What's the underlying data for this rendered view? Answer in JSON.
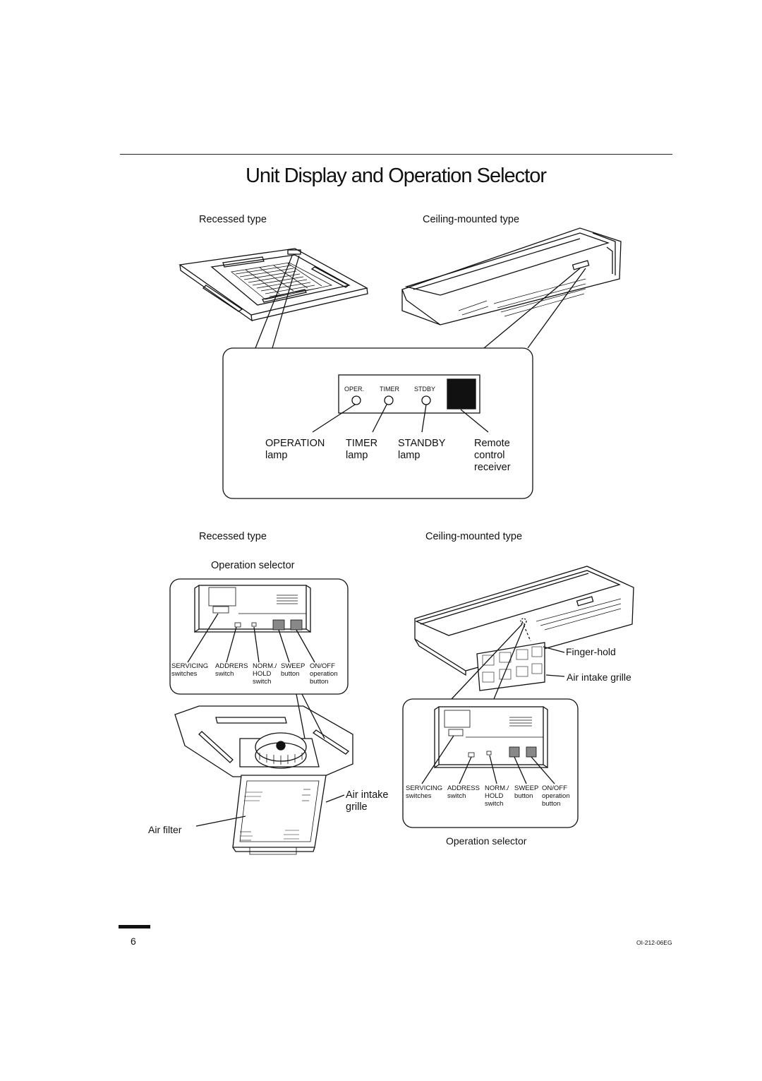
{
  "page": {
    "title": "Unit Display and Operation Selector",
    "page_number": "6",
    "doc_code": "OI-212-06EG"
  },
  "display_section": {
    "recessed_label": "Recessed type",
    "ceiling_label": "Ceiling-mounted type",
    "panel_labels": [
      "OPER.",
      "TIMER",
      "STDBY"
    ],
    "callouts": {
      "operation": [
        "OPERATION",
        "lamp"
      ],
      "timer": [
        "TIMER",
        "lamp"
      ],
      "standby": [
        "STANDBY",
        "lamp"
      ],
      "remote": [
        "Remote",
        "control",
        "receiver"
      ]
    }
  },
  "selector_section": {
    "recessed_label": "Recessed type",
    "ceiling_label": "Ceiling-mounted type",
    "operation_selector_label": "Operation selector",
    "left_box": {
      "labels": [
        [
          "SERVICING",
          "switches"
        ],
        [
          "ADDRERS",
          "switch"
        ],
        [
          "NORM./",
          "HOLD",
          "switch"
        ],
        [
          "SWEEP",
          "button"
        ],
        [
          "ON/OFF",
          "operation",
          "button"
        ]
      ]
    },
    "right_box": {
      "labels": [
        [
          "SERVICING",
          "switches"
        ],
        [
          "ADDRESS",
          "switch"
        ],
        [
          "NORM./",
          "HOLD",
          "switch"
        ],
        [
          "SWEEP",
          "button"
        ],
        [
          "ON/OFF",
          "operation",
          "button"
        ]
      ],
      "caption": "Operation selector"
    },
    "finger_hold": "Finger-hold",
    "air_intake_grille_right": "Air intake grille",
    "air_intake_grille_left": [
      "Air intake",
      "grille"
    ],
    "air_filter": "Air filter"
  }
}
